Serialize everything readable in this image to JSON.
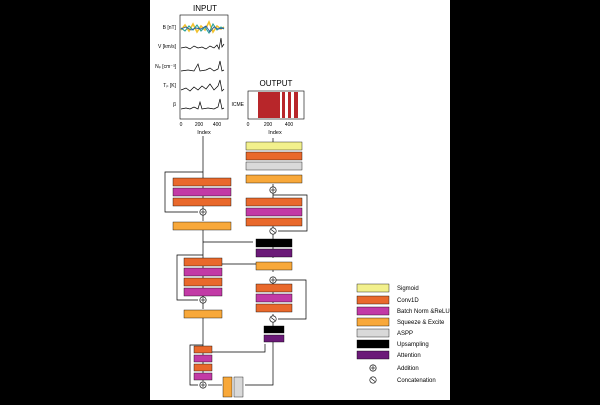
{
  "colors": {
    "sigmoid": "#f2f08c",
    "conv1d": "#e9692c",
    "batchnorm": "#c23aa6",
    "squeeze": "#f8a83a",
    "aspp": "#d9d9d9",
    "upsampling": "#000000",
    "attention": "#6b1a78",
    "icme": "#b8262a",
    "line": "#000000",
    "page": "#ffffff",
    "outer": "#000000"
  },
  "input": {
    "title": "INPUT",
    "rows": [
      {
        "label": "B [nT]"
      },
      {
        "label": "V [km/s]"
      },
      {
        "label": "Nₚ [cm⁻³]"
      },
      {
        "label": "Tₚ [K]"
      },
      {
        "label": "β"
      }
    ],
    "ticks": [
      "0",
      "200",
      "400"
    ],
    "xlabel": "Index"
  },
  "output": {
    "title": "OUTPUT",
    "row_label": "ICME",
    "ticks": [
      "0",
      "200",
      "400"
    ],
    "xlabel": "Index"
  },
  "legend": [
    {
      "key": "sigmoid",
      "label": "Sigmoid"
    },
    {
      "key": "conv1d",
      "label": "Conv1D"
    },
    {
      "key": "batchnorm",
      "label": "Batch Norm &ReLU"
    },
    {
      "key": "squeeze",
      "label": "Squeeze & Excite"
    },
    {
      "key": "aspp",
      "label": "ASPP"
    },
    {
      "key": "upsampling",
      "label": "Upsampling"
    },
    {
      "key": "attention",
      "label": "Attention"
    }
  ],
  "symbols": {
    "addition": "Addition",
    "concatenation": "Concatenation"
  }
}
